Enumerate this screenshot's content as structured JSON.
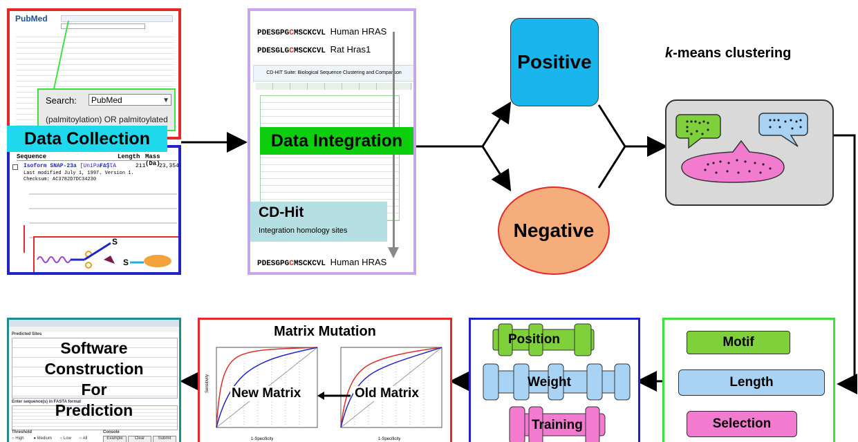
{
  "stages": {
    "data_collection": "Data Collection",
    "data_integration": "Data Integration",
    "positive": "Positive",
    "negative": "Negative",
    "kmeans_prefix": "k",
    "kmeans_rest": "-means clustering",
    "software": [
      "Software",
      "Construction",
      "For",
      "Prediction"
    ],
    "matrix_mutation": "Matrix Mutation",
    "new_matrix": "New Matrix",
    "old_matrix": "Old Matrix"
  },
  "pubmed": {
    "logo": "PubMed",
    "search_label": "Search:",
    "search_db": "PubMed",
    "query": "(palmitoylation) OR palmitoylated"
  },
  "uniprot": {
    "col_sequence": "Sequence",
    "col_length": "Length",
    "col_mass": "Mass (Da)",
    "entry_name": "Isoform SNAP-23a",
    "entry_db": "[UniParc].",
    "entry_format": "FASTA",
    "entry_length": "211",
    "entry_mass": "23,354",
    "modified": "Last modified July 1, 1997. Version 1.",
    "checksum": "Checksum: AC3782D7DC34230"
  },
  "integration": {
    "seq1_pre": "PDESGPG",
    "seq1_c": "C",
    "seq1_post": "MSCKCVL",
    "seq1_name": "Human HRAS",
    "seq2_pre": "PDESGLG",
    "seq2_c": "C",
    "seq2_post": "MSCKCVL",
    "seq2_name": "Rat Hras1",
    "seq3_pre": "PDESGPG",
    "seq3_c": "C",
    "seq3_post": "MSCKCVL",
    "seq3_name": "Human HRAS",
    "cdhit_title": "CD-HIT Suite: Biological Sequence Clustering and Comparison",
    "cdhit_label": "CD-Hit",
    "cdhit_sub": "Integration homology sites"
  },
  "features": {
    "motif": "Motif",
    "length": "Length",
    "selection": "Selection",
    "position": "Position",
    "weight": "Weight",
    "training": "Training"
  },
  "software_ui": {
    "predicted_sites": "Predicted Sites",
    "enter_seq": "Enter sequence(s) in FASTA format",
    "threshold": "Threshold",
    "console": "Console",
    "high": "High",
    "medium": "Medium",
    "low": "Low",
    "all": "All",
    "example": "Example",
    "clear": "Clear",
    "submit": "Submit"
  },
  "roc": {
    "xlabel": "1-Specificity",
    "ylabel": "Sensitivity"
  },
  "colors": {
    "red_border": "#e32a2a",
    "blue_border": "#1e24c8",
    "purple_border": "#c6a6e8",
    "green_border": "#3ee03e",
    "teal_border": "#1c8c8c",
    "positive_fill": "#19b6ee",
    "negative_fill": "#f6ad7c",
    "data_collection_bg": "#1fd8ec",
    "data_integration_bg": "#0ecf0e",
    "motif_fill": "#7fd13b",
    "length_fill": "#a9d3f5",
    "selection_fill": "#f27bd0"
  }
}
